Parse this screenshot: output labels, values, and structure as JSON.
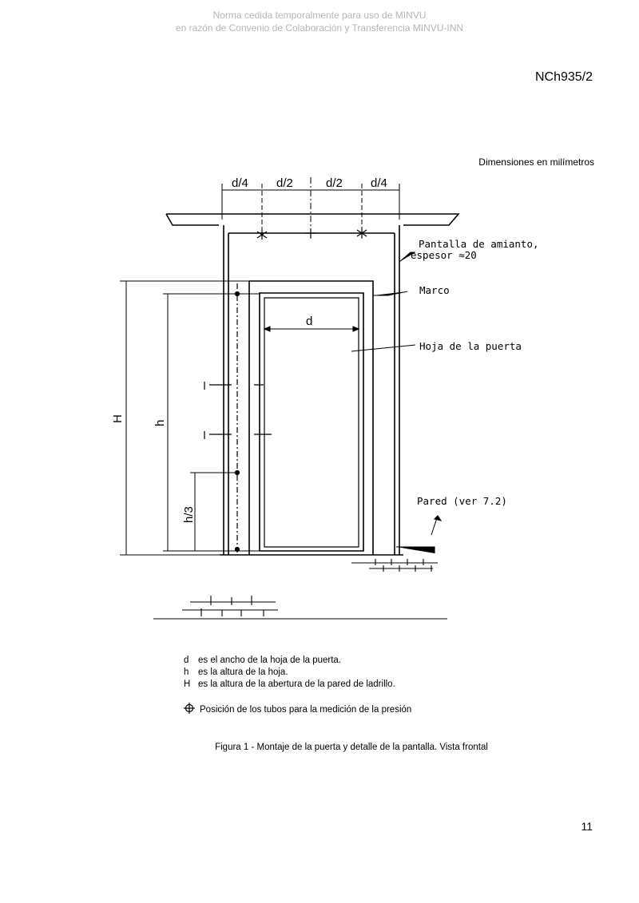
{
  "watermark": {
    "line1": "Norma cedida temporalmente para uso de MINVU",
    "line2": "en razón de Convenio de Colaboración y Transferencia MINVU-INN"
  },
  "header": {
    "code": "NCh935/2"
  },
  "figure": {
    "units_note": "Dimensiones en milímetros",
    "labels": {
      "d4_left": "d/4",
      "d2_left": "d/2",
      "d2_right": "d/2",
      "d4_right": "d/4",
      "screen_line1": "Pantalla de amianto,",
      "screen_line2": "espesor ≈20",
      "frame": "Marco",
      "door_leaf": "Hoja de la puerta",
      "wall": "Pared (ver 7.2)",
      "d": "d",
      "H": "H",
      "h": "h",
      "h3": "h/3"
    }
  },
  "legend": {
    "items": [
      {
        "symbol": "d",
        "text": "es el ancho de la hoja de la puerta."
      },
      {
        "symbol": "h",
        "text": "es la altura de la hoja."
      },
      {
        "symbol": "H",
        "text": "es la altura de la abertura de la pared de ladrillo."
      }
    ],
    "pressure_note": "Posición de los tubos para la medición de la presión"
  },
  "caption": "Figura 1 - Montaje de la puerta y detalle de la pantalla. Vista frontal",
  "page_number": "11"
}
